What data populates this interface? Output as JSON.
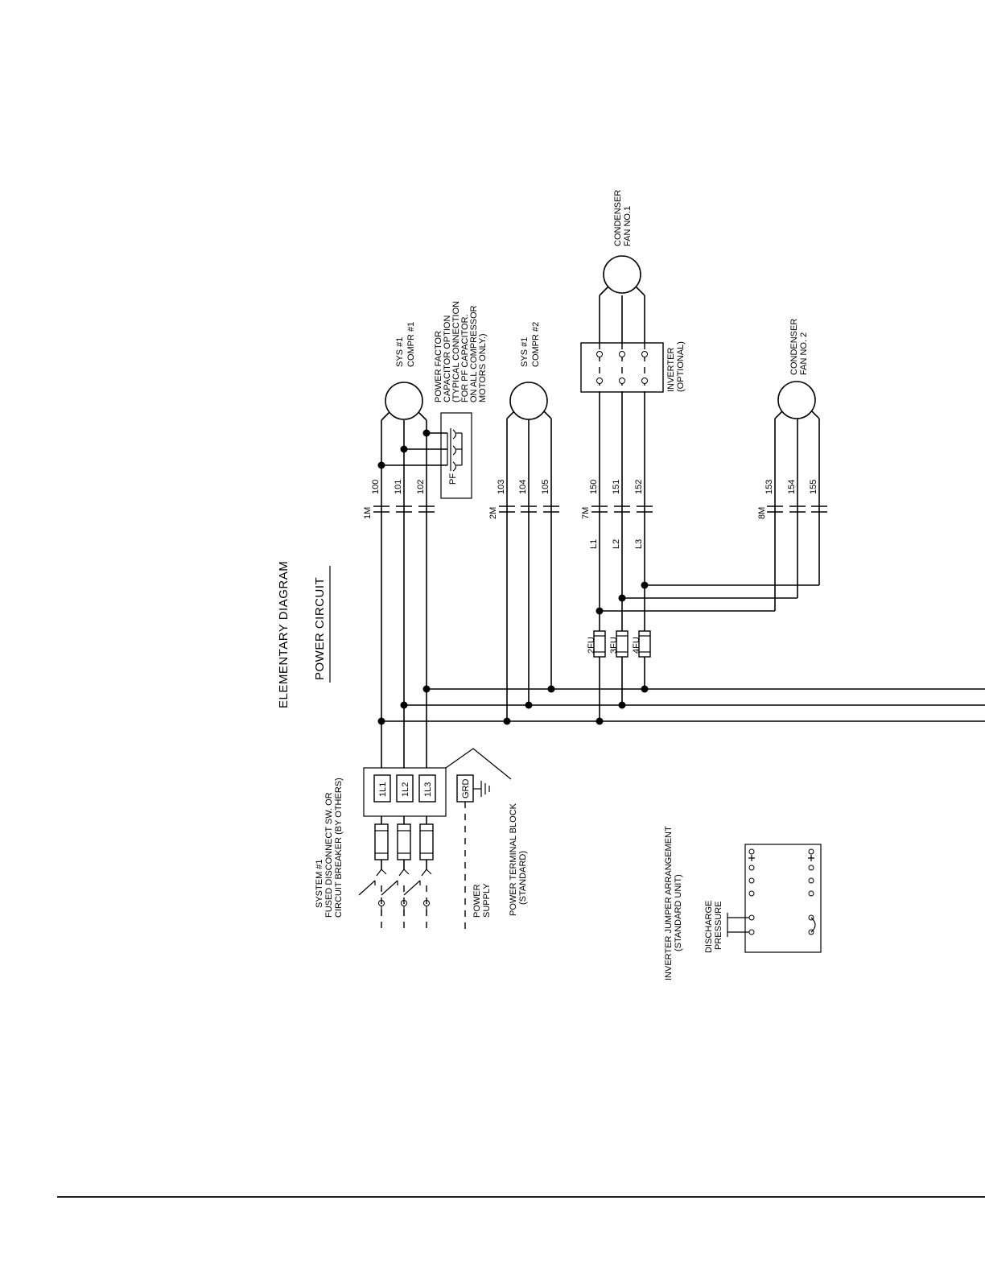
{
  "title": "ELEMENTARY DIAGRAM",
  "subtitle": "POWER CIRCUIT",
  "disconnect_label": [
    "SYSTEM #1",
    "FUSED DISCONNECT SW. OR",
    "CIRCUIT BREAKER (BY OTHERS)"
  ],
  "power_supply_label": [
    "POWER",
    "SUPPLY"
  ],
  "terminal_block_label": [
    "POWER TERMINAL BLOCK",
    "(STANDARD)"
  ],
  "terminals": [
    "1L1",
    "1L2",
    "1L3",
    "GRD"
  ],
  "compressor1_label": [
    "SYS #1",
    "COMPR #1"
  ],
  "compressor2_label": [
    "SYS #1",
    "COMPR #2"
  ],
  "pf_label": [
    "POWER FACTOR",
    "CAPACITOR OPTION",
    "(TYPICAL CONNECTION",
    "FOR PF CAPACITOR.",
    "ON ALL COMPRESSOR",
    "MOTORS ONLY.)"
  ],
  "pf_tag": "PF",
  "fan1_label": [
    "CONDENSER",
    "FAN NO.1"
  ],
  "fan2_label": [
    "CONDENSER",
    "FAN NO. 2"
  ],
  "inverter_label": [
    "INVERTER",
    "(OPTIONAL)"
  ],
  "contactors": {
    "c1": {
      "tag": "1M",
      "wires": [
        "100",
        "101",
        "102"
      ]
    },
    "c2": {
      "tag": "2M",
      "wires": [
        "103",
        "104",
        "105"
      ]
    },
    "c7": {
      "tag": "7M",
      "wires": [
        "150",
        "151",
        "152"
      ]
    },
    "c8": {
      "tag": "8M",
      "wires": [
        "153",
        "154",
        "155"
      ]
    }
  },
  "line_labels": [
    "L1",
    "L2",
    "L3"
  ],
  "fuses": [
    "2FU",
    "3FU",
    "4FU"
  ],
  "jumper_label": [
    "INVERTER JUMPER ARRANGEMENT",
    "(STANDARD UNIT)"
  ],
  "discharge_label": [
    "DISCHARGE",
    "PRESSURE"
  ]
}
